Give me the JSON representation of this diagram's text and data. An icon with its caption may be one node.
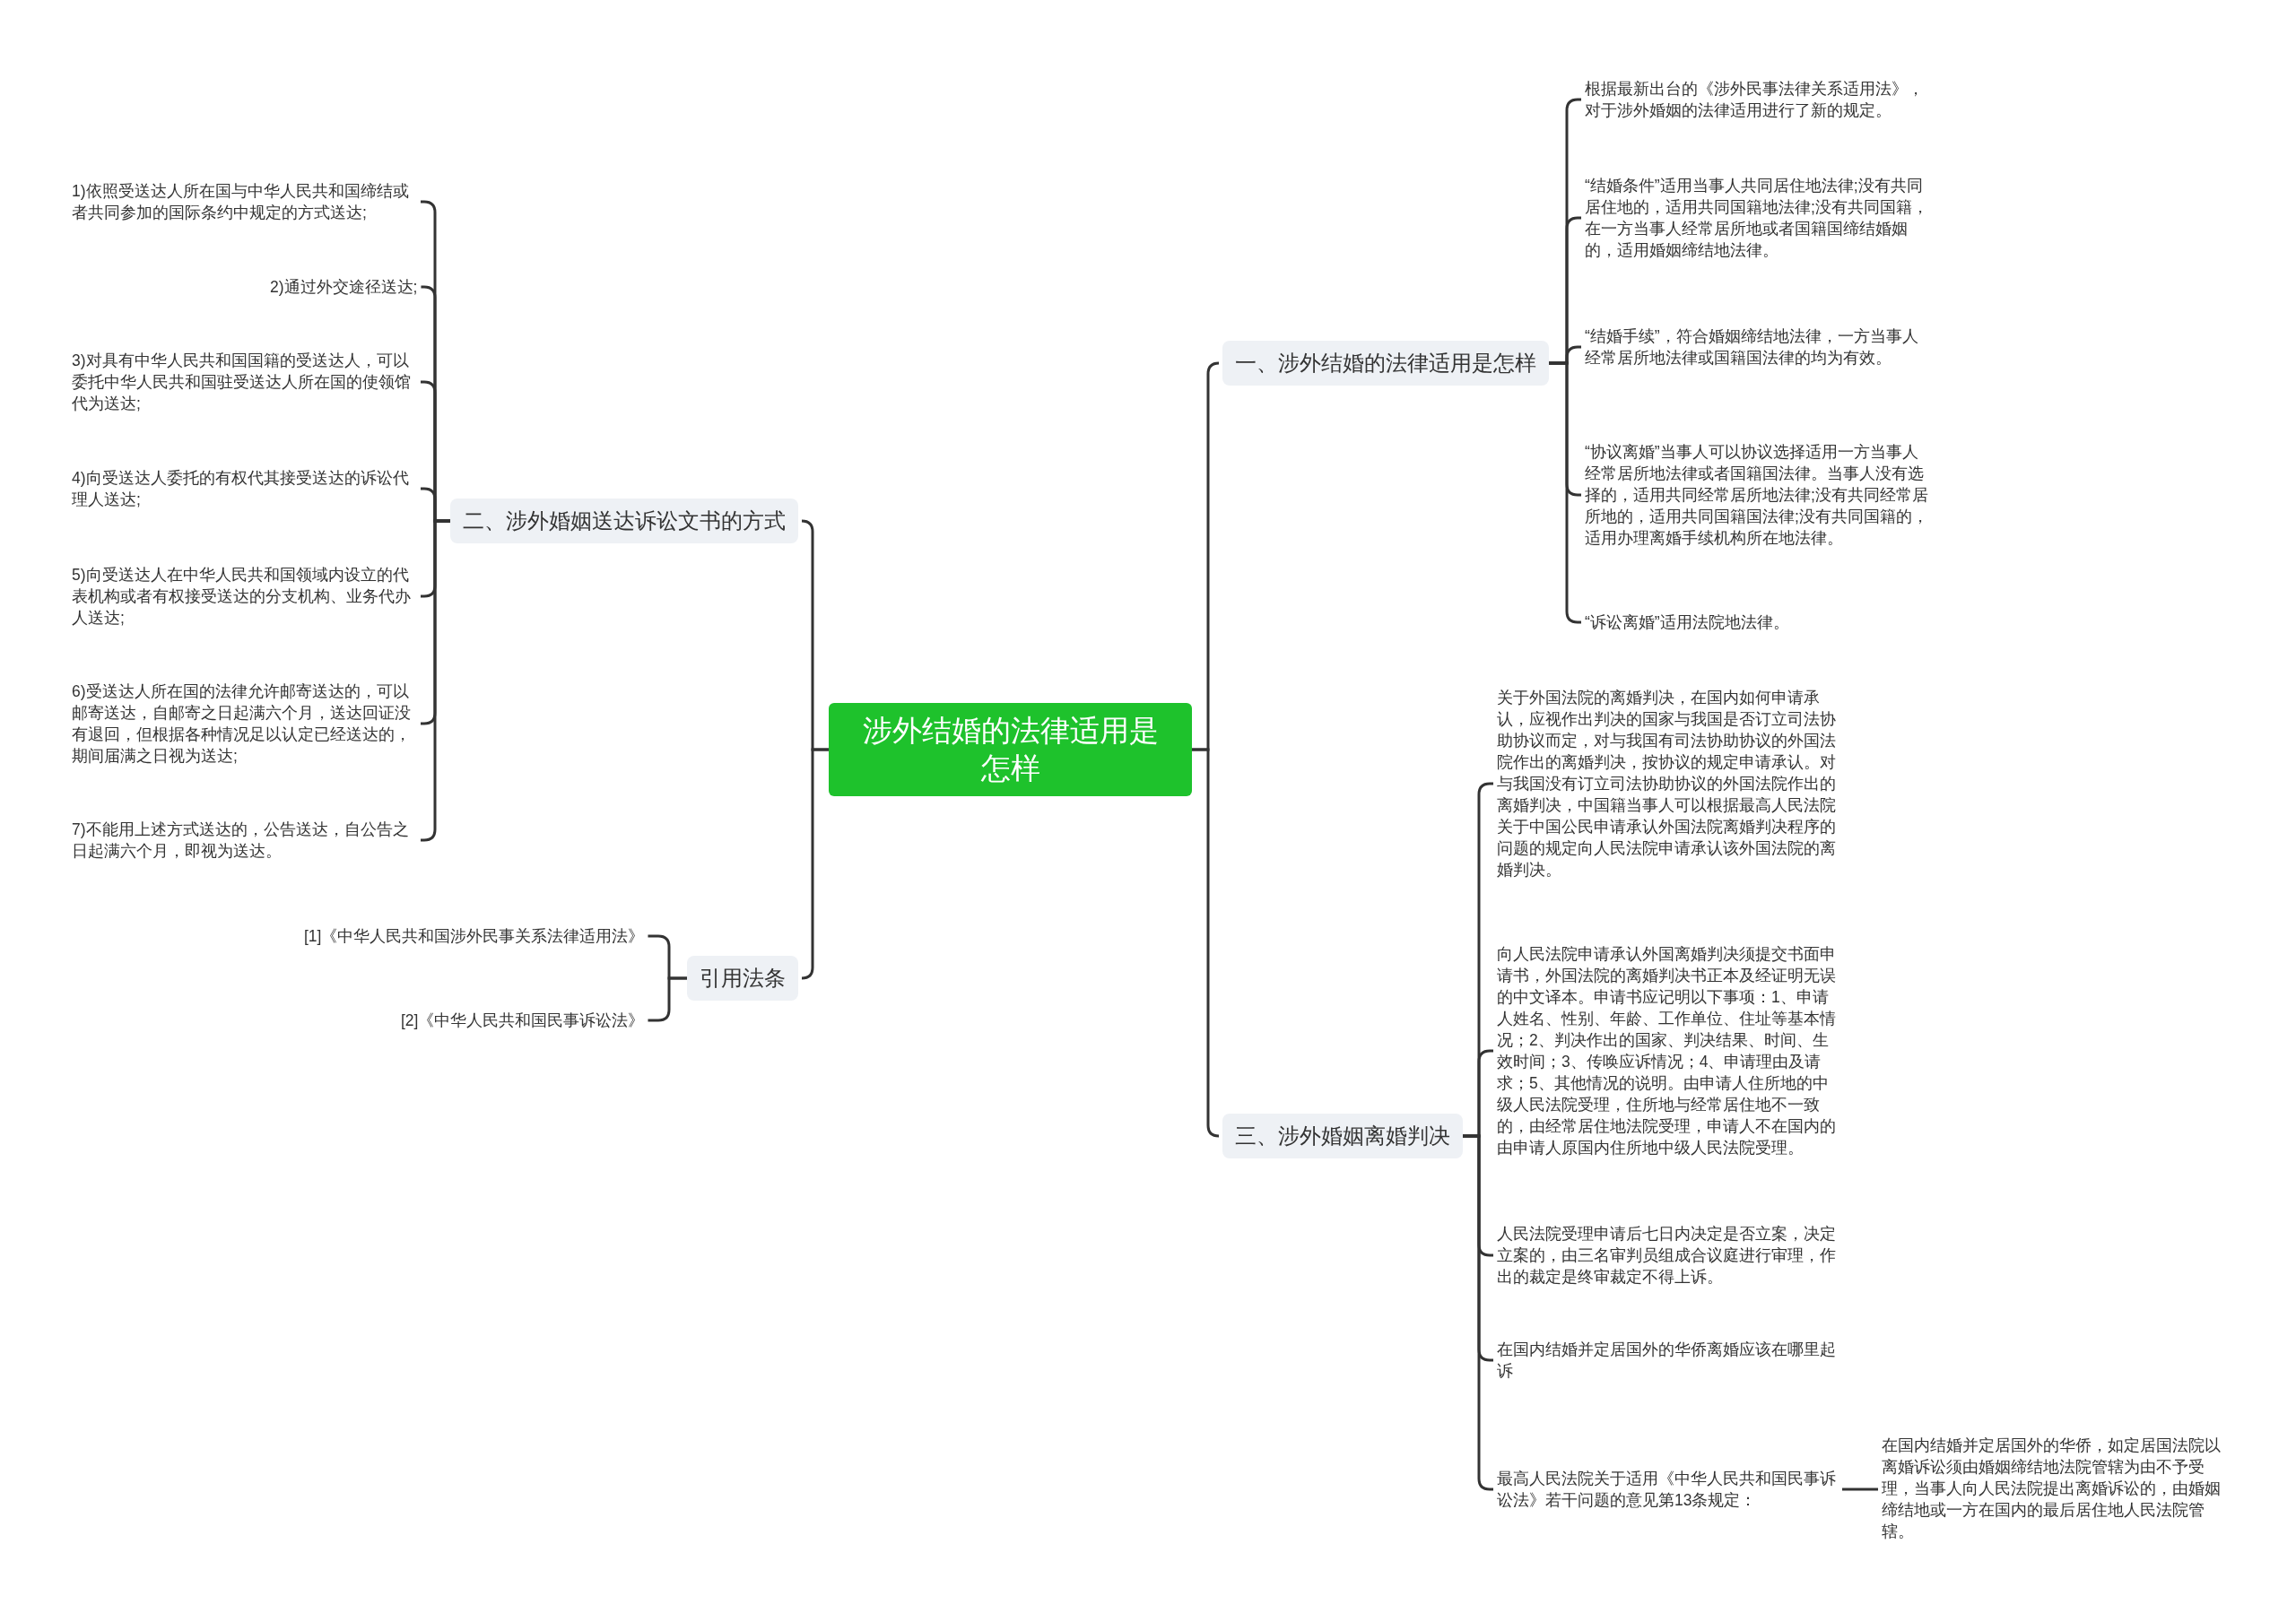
{
  "diagram": {
    "nodes": [
      {
        "text": [
          "涉外结婚的法律适用是怎样"
        ]
      },
      {
        "text": [
          "一、涉外结婚的法律适用是怎样"
        ]
      },
      {
        "text": [
          "根据最新出台的《涉外民事法律关系适用法》，对于涉外婚姻的法律适用进行了新的规定。"
        ]
      },
      {
        "text": [
          "“结婚条件”适用当事人共同居住地法律;没有共同居住地的，适用共同国籍地法律;没有共同国籍，在一方当事人经常居所地或者国籍国缔结婚姻的，适用婚姻缔结地法律。"
        ]
      },
      {
        "text": [
          "“结婚手续”，符合婚姻缔结地法律，一方当事人经常居所地法律或国籍国法律的均为有效。"
        ]
      },
      {
        "text": [
          "“协议离婚”当事人可以协议选择适用一方当事人经常居所地法律或者国籍国法律。当事人没有选择的，适用共同经常居所地法律;没有共同经常居所地的，适用共同国籍国法律;没有共同国籍的，适用办理离婚手续机构所在地法律。"
        ]
      },
      {
        "text": [
          "“诉讼离婚”适用法院地法律。"
        ]
      },
      {
        "text": [
          "三、涉外婚姻离婚判决"
        ]
      },
      {
        "text": [
          "关于外国法院的离婚判决，在国内如何申请承认，应视作出判决的国家与我国是否订立司法协助协议而定，对与我国有司法协助协议的外国法院作出的离婚判决，按协议的规定申请承认。对与我国没有订立司法协助协议的外国法院作出的离婚判决，中国籍当事人可以根据最高人民法院关于中国公民申请承认外国法院离婚判决程序的问题的规定向人民法院申请承认该外国法院的离婚判决。"
        ]
      },
      {
        "text": [
          "向人民法院申请承认外国离婚判决须提交书面申请书，外国法院的离婚判决书正本及经证明无误的中文译本。申请书应记明以下事项：1、申请人姓名、性别、年龄、工作单位、住址等基本情况；2、判决作出的国家、判决结果、时间、生效时间；3、传唤应诉情况；4、申请理由及请求；5、其他情况的说明。由申请人住所地的中级人民法院受理，住所地与经常居住地不一致的，由经常居住地法院受理，申请人不在国内的由申请人原国内住所地中级人民法院受理。"
        ]
      },
      {
        "text": [
          "人民法院受理申请后七日内决定是否立案，决定立案的，由三名审判员组成合议庭进行审理，作出的裁定是终审裁定不得上诉。"
        ]
      },
      {
        "text": [
          "在国内结婚并定居国外的华侨离婚应该在哪里起诉"
        ]
      },
      {
        "text": [
          "最高人民法院关于适用《中华人民共和国民事诉讼法》若干问题的意见第13条规定："
        ]
      },
      {
        "text": [
          "在国内结婚并定居国外的华侨，如定居国法院以离婚诉讼须由婚姻缔结地法院管辖为由不予受理，当事人向人民法院提出离婚诉讼的，由婚姻缔结地或一方在国内的最后居住地人民法院管辖。"
        ]
      },
      {
        "text": [
          "二、涉外婚姻送达诉讼文书的方式"
        ]
      },
      {
        "text": [
          "1)依照受送达人所在国与中华人民共和国缔结或者共同参加的国际条约中规定的方式送达;"
        ]
      },
      {
        "text": [
          "2)通过外交途径送达;"
        ]
      },
      {
        "text": [
          "3)对具有中华人民共和国国籍的受送达人，可以委托中华人民共和国驻受送达人所在国的使领馆代为送达;"
        ]
      },
      {
        "text": [
          "4)向受送达人委托的有权代其接受送达的诉讼代理人送达;"
        ]
      },
      {
        "text": [
          "5)向受送达人在中华人民共和国领域内设立的代表机构或者有权接受送达的分支机构、业务代办人送达;"
        ]
      },
      {
        "text": [
          "6)受送达人所在国的法律允许邮寄送达的，可以邮寄送达，自邮寄之日起满六个月，送达回证没有退回，但根据各种情况足以认定已经送达的，期间届满之日视为送达;"
        ]
      },
      {
        "text": [
          "7)不能用上述方式送达的，公告送达，自公告之日起满六个月，即视为送达。"
        ]
      },
      {
        "text": [
          "引用法条"
        ]
      },
      {
        "text": [
          "[1]《中华人民共和国涉外民事关系法律适用法》"
        ]
      },
      {
        "text": [
          "[2]《中华人民共和国民事诉讼法》"
        ]
      }
    ],
    "edges": [
      {
        "from": 0,
        "to": 1,
        "arrow": "none"
      },
      {
        "from": 1,
        "to": 2,
        "arrow": "none"
      },
      {
        "from": 1,
        "to": 3,
        "arrow": "none"
      },
      {
        "from": 1,
        "to": 4,
        "arrow": "none"
      },
      {
        "from": 1,
        "to": 5,
        "arrow": "none"
      },
      {
        "from": 1,
        "to": 6,
        "arrow": "none"
      },
      {
        "from": 0,
        "to": 7,
        "arrow": "none"
      },
      {
        "from": 7,
        "to": 8,
        "arrow": "none"
      },
      {
        "from": 7,
        "to": 9,
        "arrow": "none"
      },
      {
        "from": 7,
        "to": 10,
        "arrow": "none"
      },
      {
        "from": 7,
        "to": 11,
        "arrow": "none"
      },
      {
        "from": 7,
        "to": 12,
        "arrow": "none"
      },
      {
        "from": 12,
        "to": 13,
        "arrow": "none"
      },
      {
        "from": 0,
        "to": 14,
        "arrow": "none"
      },
      {
        "from": 14,
        "to": 15,
        "arrow": "none"
      },
      {
        "from": 14,
        "to": 16,
        "arrow": "none"
      },
      {
        "from": 14,
        "to": 17,
        "arrow": "none"
      },
      {
        "from": 14,
        "to": 18,
        "arrow": "none"
      },
      {
        "from": 14,
        "to": 19,
        "arrow": "none"
      },
      {
        "from": 14,
        "to": 20,
        "arrow": "none"
      },
      {
        "from": 14,
        "to": 21,
        "arrow": "none"
      },
      {
        "from": 0,
        "to": 22,
        "arrow": "none"
      },
      {
        "from": 22,
        "to": 23,
        "arrow": "none"
      },
      {
        "from": 22,
        "to": 24,
        "arrow": "none"
      }
    ]
  }
}
